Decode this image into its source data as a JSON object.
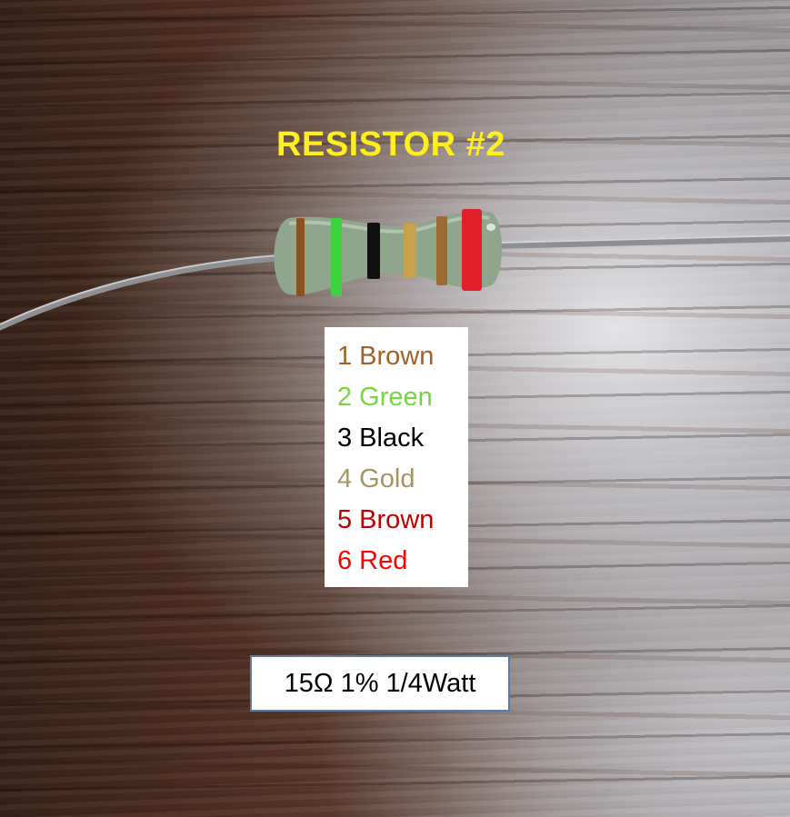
{
  "title": "RESISTOR #2",
  "colors": {
    "title": "#ffee1e",
    "band_brown": "#8a5220",
    "band_green": "#3fd23f",
    "band_black": "#101010",
    "band_gold": "#c7a24a",
    "band_brown_2": "#9a6a30",
    "band_red": "#e0202a",
    "body": "#8fa58c"
  },
  "bands": [
    {
      "label": "1 Brown",
      "color": "#a0622a"
    },
    {
      "label": "2 Green",
      "color": "#74d83c"
    },
    {
      "label": "3 Black",
      "color": "#000000"
    },
    {
      "label": "4 Gold",
      "color": "#a89364"
    },
    {
      "label": "5 Brown",
      "color": "#c00000"
    },
    {
      "label": "6 Red",
      "color": "#ff0000"
    }
  ],
  "spec": "15Ω 1% 1/4Watt"
}
